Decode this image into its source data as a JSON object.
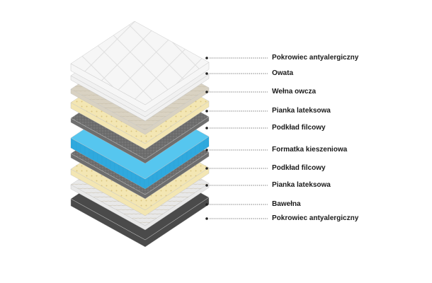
{
  "layers": [
    {
      "label": "Pokrowiec antyalergiczny",
      "color": "#f6f6f6",
      "pattern": "quilt"
    },
    {
      "label": "Owata",
      "color": "#f1f1f1",
      "pattern": "plain"
    },
    {
      "label": "Wełna owcza",
      "color": "#d9d2c2",
      "pattern": "fibre"
    },
    {
      "label": "Pianka lateksowa",
      "color": "#f3e6b3",
      "pattern": "holes"
    },
    {
      "label": "Podkład filcowy",
      "color": "#6e6e6e",
      "pattern": "felt"
    },
    {
      "label": "Formatka kieszeniowa",
      "color": "#56c6ef",
      "pattern": "springs"
    },
    {
      "label": "Podkład filcowy",
      "color": "#6e6e6e",
      "pattern": "felt"
    },
    {
      "label": "Pianka lateksowa",
      "color": "#f3e6b3",
      "pattern": "holes"
    },
    {
      "label": "Bawełna",
      "color": "#e8e8e8",
      "pattern": "fibre"
    },
    {
      "label": "Pokrowiec antyalergiczny",
      "color": "#4a4a4a",
      "pattern": "plain"
    }
  ]
}
